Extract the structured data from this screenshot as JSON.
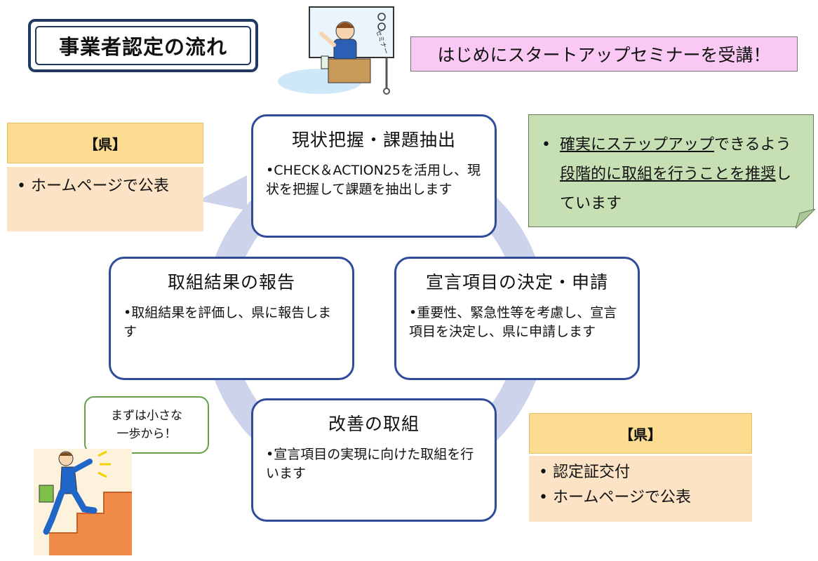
{
  "title": "事業者認定の流れ",
  "seminar": {
    "banner": "はじめにスタートアップセミナーを受講！",
    "board_text": "セミナー"
  },
  "pref_top": {
    "header": "【県】",
    "items": [
      "ホームページで公表"
    ]
  },
  "pref_bottom": {
    "header": "【県】",
    "items": [
      "認定証交付",
      "ホームページで公表"
    ]
  },
  "note": {
    "underlined_1": "確実にステップアップ",
    "plain_1": "できるよう",
    "underlined_2": "段階的に取組を行うことを推奨",
    "plain_2": "し",
    "plain_3": "ています"
  },
  "steps": [
    {
      "title": "現状把握・課題抽出",
      "text": "•CHECK＆ACTION25を活用し、現状を把握して課題を抽出します"
    },
    {
      "title": "宣言項目の決定・申請",
      "text": "•重要性、緊急性等を考慮し、宣言項目を決定し、県に申請します"
    },
    {
      "title": "改善の取組",
      "text": "•宣言項目の実現に向けた取組を行います"
    },
    {
      "title": "取組結果の報告",
      "text": "•取組結果を評価し、県に報告します"
    }
  ],
  "bubble": {
    "line1": "まずは小さな",
    "line2": "一歩から！"
  },
  "colors": {
    "card_border": "#2f4c9a",
    "cycle_arrow": "#ccd3ea",
    "banner_bg": "#f9c9f3",
    "note_bg": "#c6e0b4",
    "pref_header_bg": "#fcdc90",
    "pref_body_bg": "#fde3c5"
  }
}
